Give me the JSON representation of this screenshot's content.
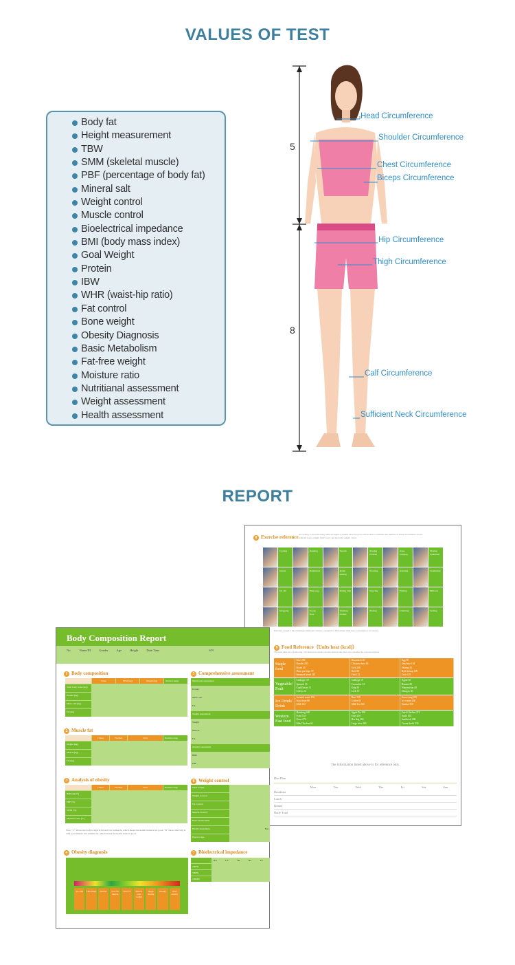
{
  "values_title": "VALUES OF TEST",
  "test_items": [
    "Body fat",
    "Height measurement",
    "TBW",
    "SMM (skeletal muscle)",
    "PBF (percentage of body fat)",
    "Mineral salt",
    "Weight control",
    "Muscle control",
    "Bioelectrical impedance",
    "BMI (body mass index)",
    "Goal Weight",
    "Protein",
    "IBW",
    "WHR (waist-hip ratio)",
    "Fat control",
    "Bone weight",
    "Obesity Diagnosis",
    "Basic Metabolism",
    "Fat-free weight",
    "Moisture ratio",
    "Nutritianal assessment",
    "Weight assessment",
    "Health assessment"
  ],
  "figure": {
    "upper_ratio": "5",
    "lower_ratio": "8",
    "labels": {
      "head": "Head Circumference",
      "shoulder": "Shoulder Circumference",
      "chest": "Chest Circumference",
      "biceps": "Biceps Circumference",
      "hip": "Hip Circumference",
      "thigh": "Thigh Circumference",
      "calf": "Calf Circumference",
      "neck": "Sufficient Neck Circumference"
    }
  },
  "report_title": "REPORT",
  "right_page": {
    "exercise": {
      "num": "8",
      "title": "Exercise reference",
      "note": "According to the following table arranged a weekly exercise plan will be able to estimate the number of these movements can be reduced body weight. Unit: kcal / per kg body weight / hour.",
      "items": [
        "Cycling",
        "Running",
        "Squash",
        "Playing football",
        "Rope jumping",
        "Playing basketball",
        "Tennis",
        "Badminton",
        "Roller skating",
        "Bowling",
        "Running",
        "Swimming",
        "Tai chi",
        "Ping pong",
        "Riding bike",
        "Dancing",
        "Fishing",
        "Billiards",
        "Shopping",
        "Sweep floor",
        "Washing clothes",
        "Boxing",
        "Climbing",
        "Surfing"
      ],
      "footnote": "Personal weight x the campaign estimates calories consumed x Movement time heat consumption of calories"
    },
    "food": {
      "num": "9",
      "title": "Food Reference（Units heat (kcal)）",
      "subtitle": "The heat table is as following, calculate how much calories should take that can consume the correspond heat.",
      "rows": [
        {
          "category": "Staple food",
          "cols": [
            [
              "Rice 200",
              "Noodle 200",
              "Bread 20",
              "Plain porridge 70",
              "Steamed bread 240"
            ],
            [
              "Drumstick 40",
              "Chicken chest 66",
              "Pork 208",
              "Beef 80",
              "Fish 123"
            ],
            [
              "Egg 90",
              "Omelette 134",
              "Shrimp 26",
              "Boil shrimp 100",
              "Crab 128"
            ]
          ]
        },
        {
          "category": "Vegetable/ Fruit",
          "cols": [
            [
              "Cabbage 117",
              "Spinach 16",
              "Cauliflower 31",
              "Celery 22"
            ],
            [
              "Cabbage 19",
              "Cucumber 12",
              "Kelp 36",
              "Leek 19"
            ],
            [
              "Apple 50",
              "Banana 80",
              "Watermelon 40",
              "Oranges 50"
            ]
          ]
        },
        {
          "category": "Ice Drink/ Drink",
          "cols": [
            [
              "Aerated water 150",
              "Soya bean 60",
              "Milk 163"
            ],
            [
              "Beer 120",
              "Coffee 65",
              "Milk Tea 160"
            ],
            [
              "Sweet tang 290",
              "Ice cream 260",
              "Sundae 350"
            ]
          ]
        },
        {
          "category": "Western Fast food",
          "cols": [
            [
              "Hamburg 640",
              "Fried 155",
              "Pizza 270",
              "Mak Chicken 64"
            ],
            [
              "Apple Pie 260",
              "Fries 250",
              "Hot dog 260",
              "Large fries 400"
            ],
            [
              "Fried Chicken 312",
              "Sushi 165",
              "Sandwich 268",
              "Cream Sushi 334"
            ]
          ]
        }
      ],
      "disclaimer": "The information listed above is for reference only."
    },
    "diet": {
      "title": "Diet Plan",
      "days": [
        "Mon",
        "Tue",
        "Wed",
        "Thu",
        "Fri",
        "Sat",
        "Sun"
      ],
      "meals": [
        "Breakfast",
        "Lunch",
        "Dinner",
        "Daily Total"
      ]
    }
  },
  "left_page": {
    "title": "Body Composition Report",
    "fields": [
      "No.",
      "Name/ID",
      "Gender",
      "Age",
      "Height",
      "Date Time",
      "S/N"
    ],
    "s1": {
      "num": "1",
      "title": "Body composition",
      "cols": [
        "Value",
        "FFM (kg)",
        "Weight (kg)",
        "Normal range"
      ],
      "rows": [
        "Total body water (kg)",
        "Protein (kg)",
        "Mine- salt (kg)",
        "Fat (kg)"
      ]
    },
    "s2": {
      "num": "2",
      "title": "Muscle fat",
      "cols": [
        "Under",
        "Normal",
        "Over",
        "Normal range"
      ],
      "rows": [
        "Weight (kg)",
        "Muscle (kg)",
        "Fat (kg)"
      ]
    },
    "s3": {
      "num": "3",
      "title": "Analysis of obesity",
      "cols": [
        "Under",
        "Normal",
        "Over",
        "Normal range"
      ],
      "rows": [
        "BMI (kg/m²)",
        "PBF (%)",
        "WHR (%)",
        "Moisture ratio (%)"
      ]
    },
    "s4": {
      "num": "4",
      "title": "Obesity diagnosis",
      "levels": [
        "Too thin",
        "Thin shape",
        "Normal",
        "Low fat muscle",
        "Over fat",
        "Muscle over weight",
        "Slight obesity",
        "Obesity",
        "Over obesity"
      ]
    },
    "s5": {
      "num": "5",
      "title": "Comprehensive assessment",
      "rows": [
        "Nutritional assessment",
        "Protein",
        "Mine- salt",
        "Fat",
        "Weight assessment",
        "Weight",
        "Muscle",
        "Fat",
        "Obesity assessment",
        "BMI",
        "PBF"
      ]
    },
    "s6": {
      "num": "6",
      "title": "Weight control",
      "rows": [
        "Ideal weight",
        "Weight Control",
        "Fat Control",
        "Muscle Control",
        "Basic metabolism",
        "Health assessment",
        "Physical age"
      ],
      "unit": "Fen"
    },
    "s7": {
      "num": "7",
      "title": "Bioelectrical impedance",
      "cols": [
        "RA",
        "LA",
        "TR",
        "RL",
        "LL"
      ],
      "rows": [
        "20kHz",
        "50kHz",
        "100kHz"
      ]
    },
    "note": "Note: \"C\" shows the body is high in fat and low in muscle, which means the health status is not good. \"D\" shows the body is with good muscle and suitable fat, which means the health status is good."
  },
  "colors": {
    "title": "#3d7f9e",
    "green": "#76bd2b",
    "orange": "#ee9424",
    "label_blue": "#2e8fd0"
  }
}
